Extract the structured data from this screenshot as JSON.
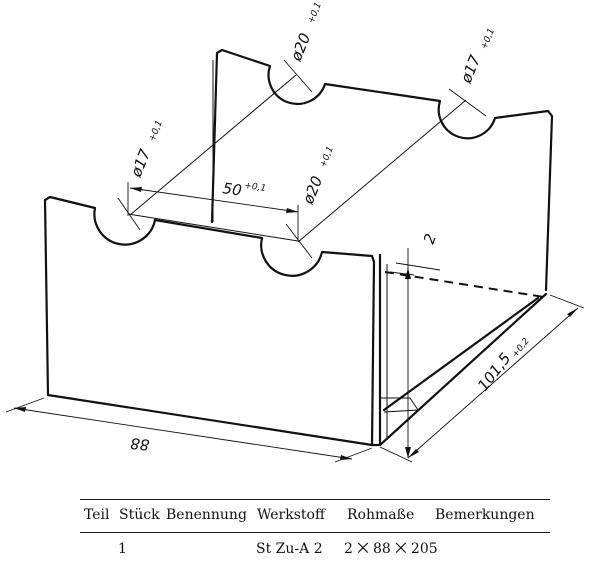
{
  "drawing": {
    "dims": {
      "hole_rear_left": "ø20",
      "hole_rear_left_tol": "+0,1",
      "hole_rear_right": "ø17",
      "hole_rear_right_tol": "+0,1",
      "hole_front_left": "ø17",
      "hole_front_left_tol": "+0,1",
      "hole_front_right": "ø20",
      "hole_front_right_tol": "+0,1",
      "spacing": "50",
      "spacing_tol": "+0,1",
      "thickness": "2",
      "depth": "101,5",
      "depth_tol": "+0,2",
      "width": "88"
    }
  },
  "table": {
    "headers": [
      "Teil",
      "Stück",
      "Benennung",
      "Werkstoff",
      "Rohmaße",
      "Bemerkungen"
    ],
    "row": {
      "teil": "1",
      "werkstoff": "St Zu-A 2",
      "rohmasse": "2 ⨉ 88 ⨉ 205"
    }
  }
}
